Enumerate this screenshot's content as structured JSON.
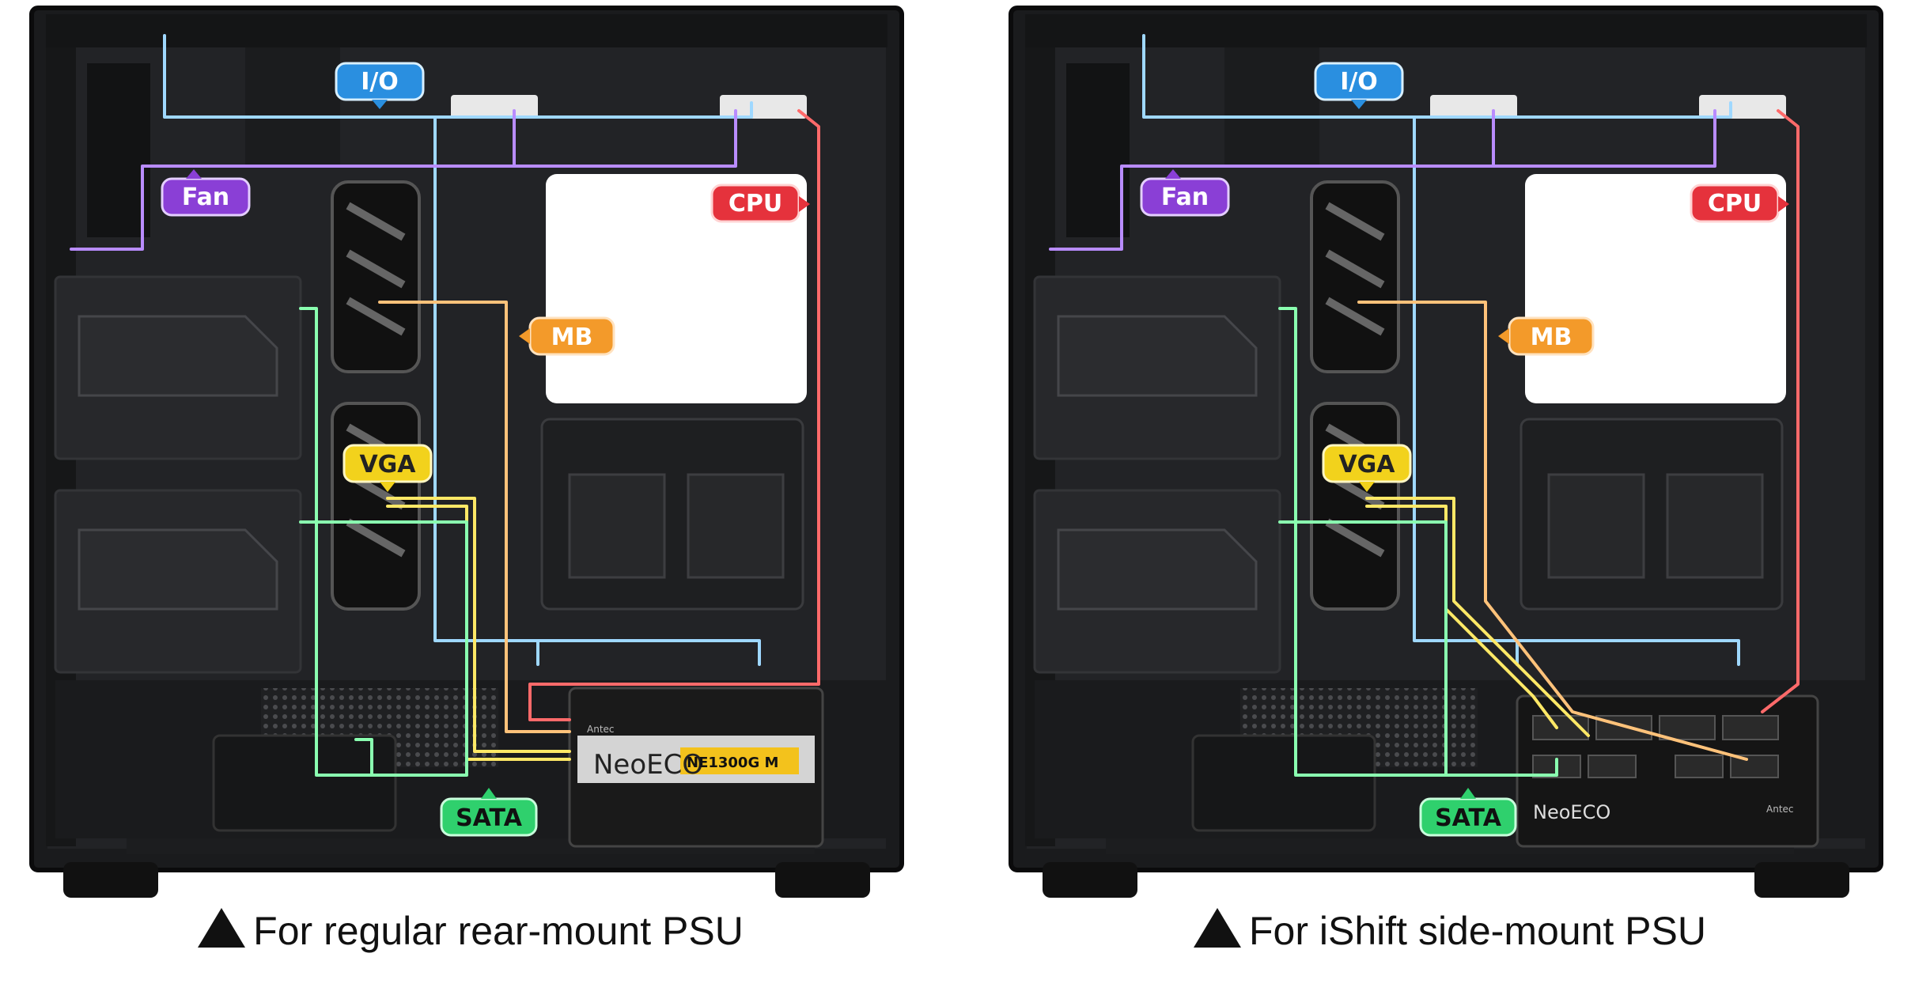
{
  "panels": [
    {
      "caption": "For regular rear-mount PSU",
      "psu_style": "rear",
      "labels": {
        "io": "I/O",
        "fan": "Fan",
        "cpu": "CPU",
        "mb": "MB",
        "vga": "VGA",
        "sata": "SATA"
      },
      "psu_brand": "NeoECO",
      "psu_model": "NE1300G M",
      "psu_small": "Antec"
    },
    {
      "caption": "For iShift side-mount PSU",
      "psu_style": "side",
      "labels": {
        "io": "I/O",
        "fan": "Fan",
        "cpu": "CPU",
        "mb": "MB",
        "vga": "VGA",
        "sata": "SATA"
      },
      "psu_brand": "NeoECO",
      "psu_model": "",
      "psu_small": "Antec"
    }
  ],
  "colors": {
    "io": "#2a8fe0",
    "fan": "#8a3fd6",
    "cpu": "#e5323c",
    "mb": "#f39a2a",
    "vga": "#f2d21c",
    "sata": "#2fd06d",
    "io_line": "#9fd8ff",
    "fan_line": "#b98cff",
    "cpu_line": "#ff6a6a",
    "mb_line": "#ffc27a",
    "vga_line": "#ffe866",
    "sata_line": "#8affb0"
  }
}
